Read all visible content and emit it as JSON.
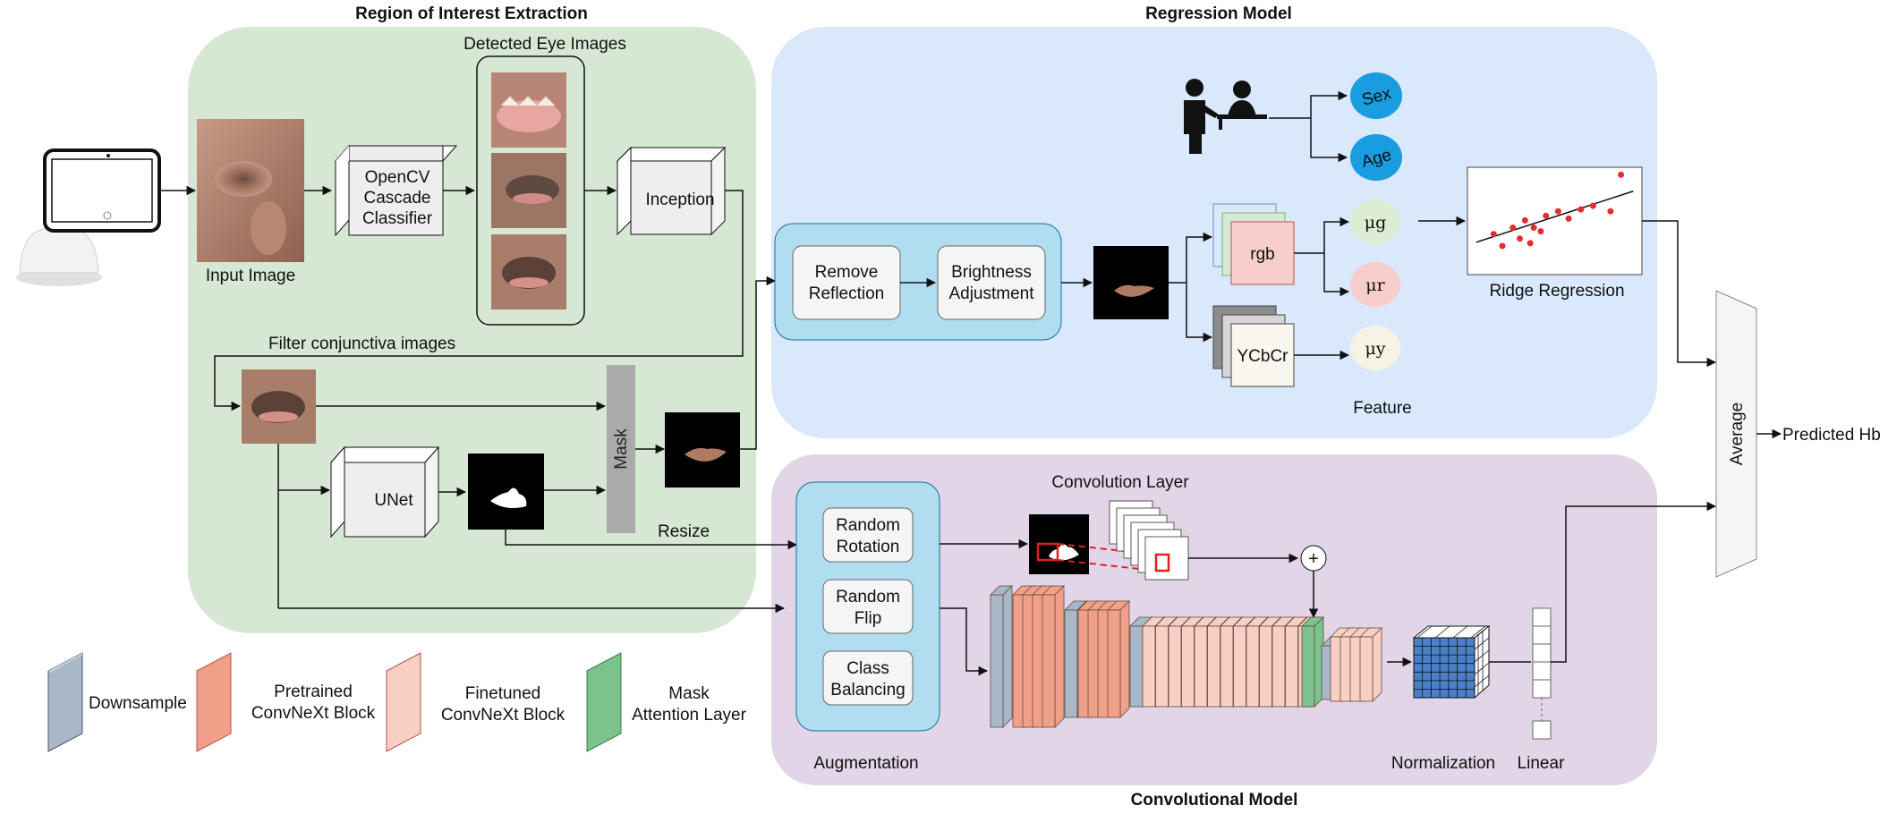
{
  "sections": {
    "roi": "Region of Interest Extraction",
    "regression": "Regression Model",
    "conv": "Convolutional Model"
  },
  "roi": {
    "detected_eye_images": "Detected Eye Images",
    "input_image": "Input Image",
    "opencv": [
      "OpenCV",
      "Cascade",
      "Classifier"
    ],
    "inception": "Inception",
    "filter": "Filter conjunctiva images",
    "unet": "UNet",
    "mask": "Mask",
    "resize": "Resize"
  },
  "regression": {
    "sex": "Sex",
    "age": "Age",
    "remove_reflection": [
      "Remove",
      "Reflection"
    ],
    "brightness": [
      "Brightness",
      "Adjustment"
    ],
    "rgb": "rgb",
    "ycbcr": "YCbCr",
    "mu_g": "μg",
    "mu_r": "μr",
    "mu_y": "μy",
    "feature": "Feature",
    "ridge": "Ridge Regression"
  },
  "conv": {
    "convolution_layer": "Convolution Layer",
    "random_rotation": [
      "Random",
      "Rotation"
    ],
    "random_flip": [
      "Random",
      "Flip"
    ],
    "class_balancing": [
      "Class",
      "Balancing"
    ],
    "augmentation": "Augmentation",
    "normalization": "Normalization",
    "linear": "Linear",
    "plus": "+"
  },
  "output": {
    "average": "Average",
    "predicted": "Predicted Hb"
  },
  "legend": {
    "downsample": "Downsample",
    "pretrained": [
      "Pretrained",
      "ConvNeXt  Block"
    ],
    "finetuned": [
      "Finetuned",
      "ConvNeXt  Block"
    ],
    "mask_attention": [
      "Mask",
      "Attention Layer"
    ]
  },
  "colors": {
    "roi_bg": "#d6e8d4",
    "regression_bg": "#dae8fc",
    "conv_bg": "#e1d5e7",
    "downsample": "#a8b8c8",
    "pretrained": "#f0a088",
    "finetuned": "#f8cfc4",
    "mask_attention": "#7cc28c",
    "sex_age": "#1a9ce0",
    "mu_g": "#dcedd4",
    "mu_r": "#f8cecc",
    "mu_y": "#f6f3e4"
  },
  "chart_data": {
    "type": "scatter",
    "title": "Ridge Regression",
    "xlabel": "",
    "ylabel": "",
    "points": [
      [
        0.15,
        0.35
      ],
      [
        0.2,
        0.22
      ],
      [
        0.26,
        0.42
      ],
      [
        0.3,
        0.3
      ],
      [
        0.33,
        0.5
      ],
      [
        0.36,
        0.25
      ],
      [
        0.38,
        0.42
      ],
      [
        0.42,
        0.38
      ],
      [
        0.45,
        0.55
      ],
      [
        0.52,
        0.6
      ],
      [
        0.58,
        0.52
      ],
      [
        0.65,
        0.62
      ],
      [
        0.72,
        0.66
      ],
      [
        0.82,
        0.6
      ],
      [
        0.88,
        1.0
      ]
    ],
    "fit_line": [
      [
        0.05,
        0.26
      ],
      [
        0.95,
        0.82
      ]
    ],
    "grid": false
  }
}
